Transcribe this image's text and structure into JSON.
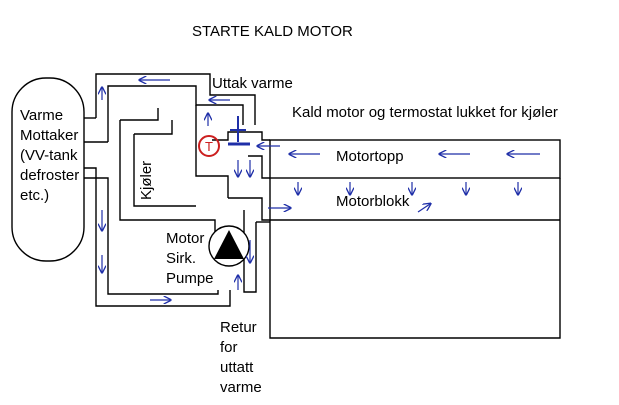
{
  "title": "STARTE KALD MOTOR",
  "labels": {
    "receiver": [
      "Varme",
      "Mottaker",
      "(VV-tank",
      "defroster",
      "etc.)"
    ],
    "heat_outlet": "Uttak varme",
    "status": "Kald motor og termostat lukket for kjøler",
    "cylinder_head": "Motortopp",
    "engine_block": "Motorblokk",
    "radiator": "Kjøler",
    "pump": [
      "Motor",
      "Sirk.",
      "Pumpe"
    ],
    "return": [
      "Retur",
      "for",
      "uttatt",
      "varme"
    ]
  },
  "thermostat_symbol": "T",
  "colors": {
    "flow_arrow": "#1f2fa8",
    "thermostat": "#cc1f1f",
    "line": "#000000"
  },
  "icons": [
    "flow-arrow-icon",
    "thermostat-icon",
    "pump-icon"
  ]
}
